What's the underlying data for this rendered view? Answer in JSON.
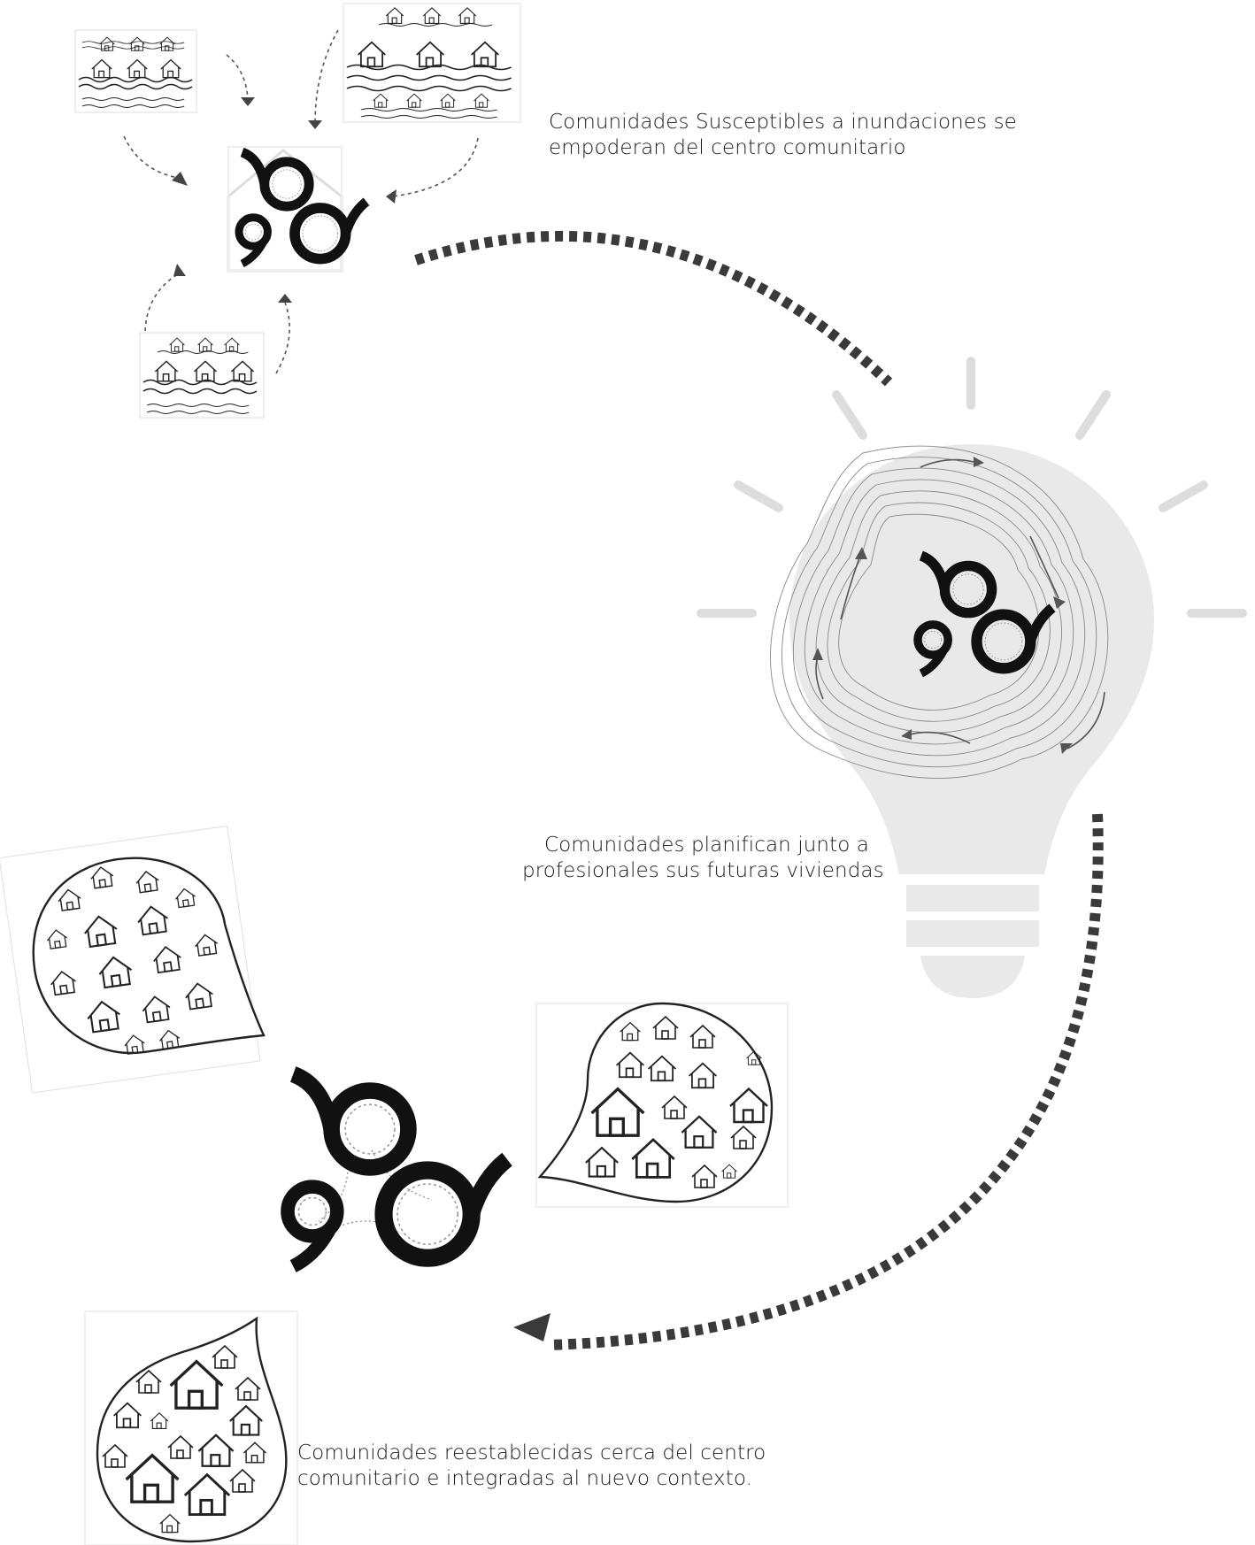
{
  "steps": [
    {
      "id": "empower",
      "caption": [
        "Comunidades Susceptibles a inundaciones se",
        "empoderan del centro comunitario"
      ]
    },
    {
      "id": "plan",
      "caption": [
        "Comunidades planifican junto a",
        "profesionales sus futuras viviendas"
      ]
    },
    {
      "id": "resettle",
      "caption": [
        "Comunidades reestablecidas cerca del centro",
        "comunitario e integradas al nuevo contexto."
      ]
    }
  ],
  "icons": {
    "center_logo": "community-center-logo-icon",
    "lightbulb": "lightbulb-icon",
    "flood_community": "flooded-houses-icon",
    "new_community": "house-cluster-icon"
  },
  "colors": {
    "ink": "#111111",
    "arrow": "#3a3a3a",
    "bulb": "#e9e9e9",
    "rays": "#dddddd"
  }
}
